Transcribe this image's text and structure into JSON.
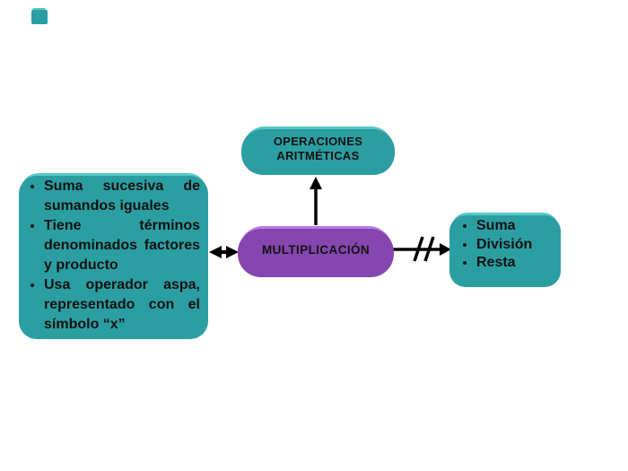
{
  "palette": {
    "teal": "#57c8c7",
    "teal_dark": "#2b9ea2",
    "purple": "#b77ce4",
    "purple_dark": "#8646b0",
    "ink": "#111111",
    "arrow": "#000000",
    "background": "#ffffff"
  },
  "nodes": {
    "top": {
      "label": "OPERACIONES ARITMÉTICAS"
    },
    "center": {
      "label": "MULTIPLICACIÓN"
    },
    "left": {
      "bullets": [
        "Suma sucesiva de sumandos iguales",
        "Tiene términos denominados factores y producto",
        "Usa operador aspa, representado con el símbolo “x”"
      ]
    },
    "right": {
      "bullets": [
        "Suma",
        "División",
        "Resta"
      ]
    }
  },
  "connectors": [
    {
      "name": "left-double-arrow",
      "type": "double-headed-arrow"
    },
    {
      "name": "up-arrow",
      "type": "single-headed-arrow"
    },
    {
      "name": "right-broken-arrow",
      "type": "arrow-with-break-slashes"
    }
  ]
}
